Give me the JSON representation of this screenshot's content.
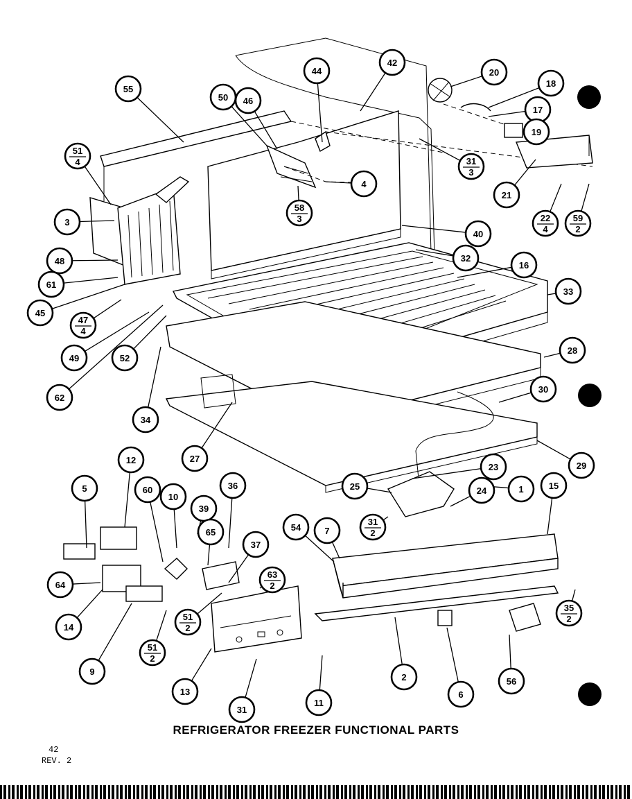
{
  "title": "REFRIGERATOR FREEZER FUNCTIONAL PARTS",
  "page_number": "42",
  "revision": "REV. 2",
  "callouts": [
    {
      "label": "55"
    },
    {
      "label": "50"
    },
    {
      "label": "46"
    },
    {
      "label": "44"
    },
    {
      "label": "42"
    },
    {
      "label": "20"
    },
    {
      "label": "18"
    },
    {
      "label": "17"
    },
    {
      "label": "19"
    },
    {
      "label": "51",
      "qty": "4"
    },
    {
      "label": "31",
      "qty": "3"
    },
    {
      "label": "4"
    },
    {
      "label": "58",
      "qty": "3"
    },
    {
      "label": "21"
    },
    {
      "label": "22",
      "qty": "4"
    },
    {
      "label": "59",
      "qty": "2"
    },
    {
      "label": "3"
    },
    {
      "label": "40"
    },
    {
      "label": "48"
    },
    {
      "label": "32"
    },
    {
      "label": "16"
    },
    {
      "label": "61"
    },
    {
      "label": "33"
    },
    {
      "label": "45"
    },
    {
      "label": "47",
      "qty": "4"
    },
    {
      "label": "49"
    },
    {
      "label": "52"
    },
    {
      "label": "28"
    },
    {
      "label": "62"
    },
    {
      "label": "30"
    },
    {
      "label": "34"
    },
    {
      "label": "27"
    },
    {
      "label": "29"
    },
    {
      "label": "12"
    },
    {
      "label": "5"
    },
    {
      "label": "10"
    },
    {
      "label": "36"
    },
    {
      "label": "23"
    },
    {
      "label": "60"
    },
    {
      "label": "39"
    },
    {
      "label": "65"
    },
    {
      "label": "24"
    },
    {
      "label": "1"
    },
    {
      "label": "15"
    },
    {
      "label": "25"
    },
    {
      "label": "54"
    },
    {
      "label": "7"
    },
    {
      "label": "31",
      "qty": "2"
    },
    {
      "label": "37"
    },
    {
      "label": "63",
      "qty": "2"
    },
    {
      "label": "64"
    },
    {
      "label": "51",
      "qty": "2"
    },
    {
      "label": "35",
      "qty": "2"
    },
    {
      "label": "14"
    },
    {
      "label": "51",
      "qty": "2"
    },
    {
      "label": "9"
    },
    {
      "label": "13"
    },
    {
      "label": "2"
    },
    {
      "label": "6"
    },
    {
      "label": "56"
    },
    {
      "label": "31"
    },
    {
      "label": "11"
    }
  ]
}
